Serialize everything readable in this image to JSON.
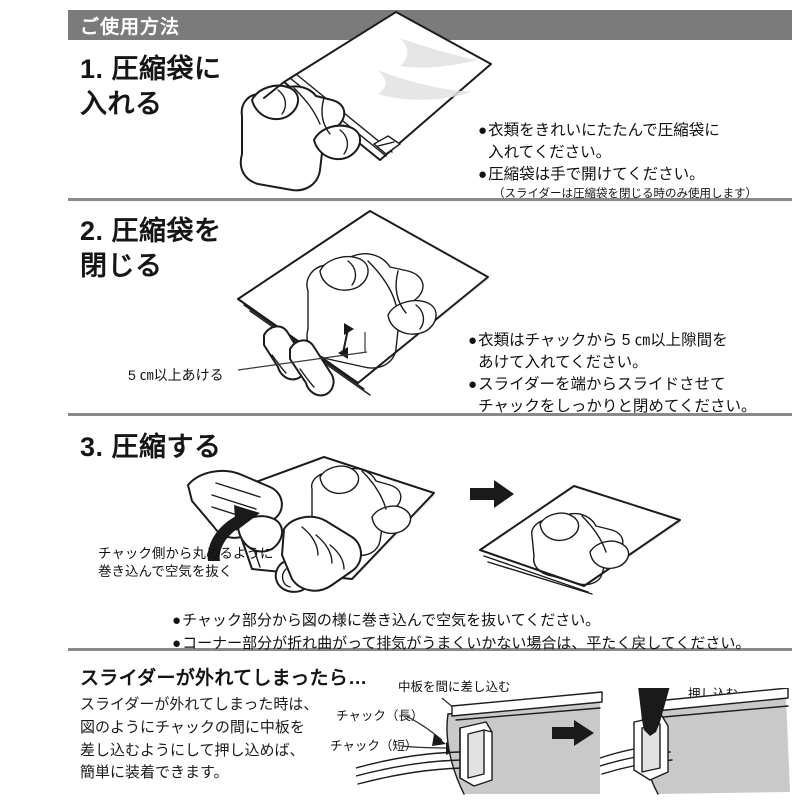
{
  "header": {
    "title": "ご使用方法"
  },
  "steps": [
    {
      "id": "step-1",
      "title": "1. 圧縮袋に\n入れる",
      "bullets": [
        "衣類をきれいにたたんで圧縮袋に\n入れてください。",
        "圧縮袋は手で開けてください。"
      ],
      "note": "（スライダーは圧縮袋を閉じる時のみ使用します）",
      "illustration": "compression-bag-open-with-clothes"
    },
    {
      "id": "step-2",
      "title": "2. 圧縮袋を\n閉じる",
      "bullets": [
        "衣類はチャックから 5 ㎝以上隙間を\nあけて入れてください。",
        "スライダーを端からスライドさせて\nチャックをしっかりと閉めてください。"
      ],
      "annotation": "5 ㎝以上あける",
      "illustration": "hand-closing-zipper-with-gap-arrow"
    },
    {
      "id": "step-3",
      "title": "3. 圧縮する",
      "bullets": [
        "チャック部分から図の様に巻き込んで空気を抜いてください。",
        "コーナー部分が折れ曲がって排気がうまくいかない場合は、平たく戻してください。"
      ],
      "annotation": "チャック側から丸めるように\n巻き込んで空気を抜く",
      "illustration": "hands-rolling-bag-then-flat-result"
    }
  ],
  "bottom_section": {
    "title": "スライダーが外れてしまったら…",
    "body": "スライダーが外れてしまった時は、\n図のようにチャックの間に中板を\n差し込むようにして押し込めば、\n簡単に装着できます。",
    "labels": {
      "nakaita": "中板を間に差し込む",
      "chakku_long": "チャック（長）",
      "chakku_short": "チャック（短）",
      "oshikomu": "押し込む"
    },
    "illustration": "slider-reattach-diagram"
  },
  "colors": {
    "header_bar": "#7b7b7b",
    "divider": "#8a8a8a",
    "text": "#1a1a1a",
    "page_background": "#ffffff",
    "illustration_shade": "#c9c9c9"
  }
}
